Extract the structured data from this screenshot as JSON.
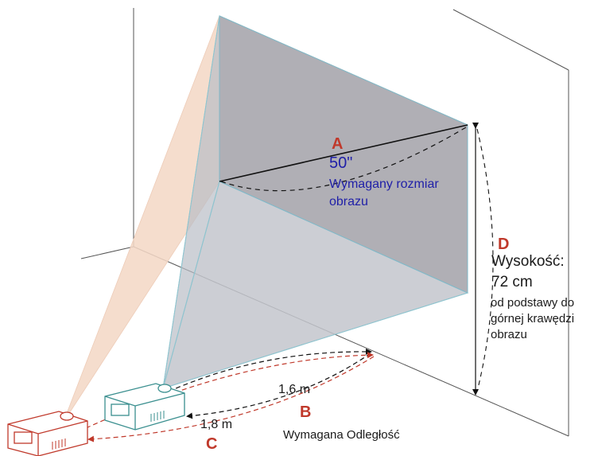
{
  "labels": {
    "a": "A",
    "b": "B",
    "c": "C",
    "d": "D",
    "screen_size": "50\"",
    "screen_size_caption_1": "Wymagany rozmiar",
    "screen_size_caption_2": "obrazu",
    "distance_near": "1,6 m",
    "distance_far": "1,8 m",
    "distance_caption": "Wymagana Odległość",
    "height_title": "Wysokość:",
    "height_value": "72 cm",
    "height_caption_1": "od podstawy do",
    "height_caption_2": "górnej krawędzi",
    "height_caption_3": "obrazu"
  },
  "colors": {
    "letter": "#c0392b",
    "screen_fill": "#a7a9b0",
    "beam_near": "#b9bec6",
    "beam_far": "#f2d2bd",
    "projector_near": "#3a8f8f",
    "projector_far": "#c0392b",
    "caption_blue": "#1f1fa8"
  },
  "icons": {
    "projector_near": "projector-icon",
    "projector_far": "projector-icon"
  }
}
